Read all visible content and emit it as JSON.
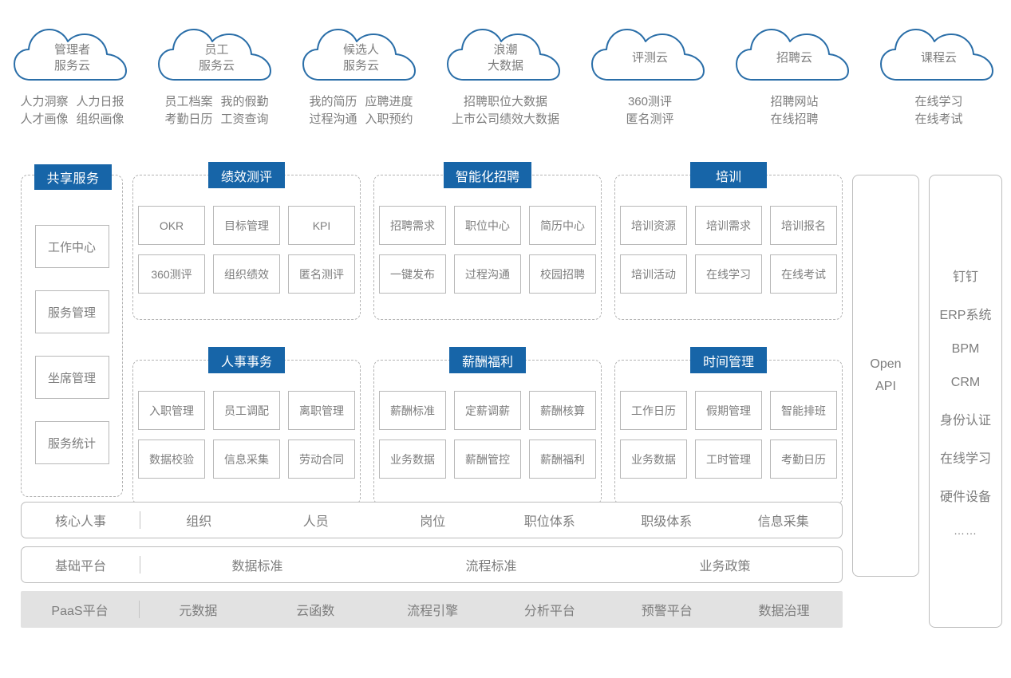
{
  "clouds": [
    {
      "title_lines": [
        "管理者",
        "服务云"
      ],
      "sublines": [
        [
          "人力洞察",
          "人力日报"
        ],
        [
          "人才画像",
          "组织画像"
        ]
      ]
    },
    {
      "title_lines": [
        "员工",
        "服务云"
      ],
      "sublines": [
        [
          "员工档案",
          "我的假勤"
        ],
        [
          "考勤日历",
          "工资查询"
        ]
      ]
    },
    {
      "title_lines": [
        "候选人",
        "服务云"
      ],
      "sublines": [
        [
          "我的简历",
          "应聘进度"
        ],
        [
          "过程沟通",
          "入职预约"
        ]
      ]
    },
    {
      "title_lines": [
        "浪潮",
        "大数据"
      ],
      "sublines": [
        [
          "招聘职位大数据"
        ],
        [
          "上市公司绩效大数据"
        ]
      ]
    },
    {
      "title_lines": [
        "评测云"
      ],
      "sublines": [
        [
          "360测评"
        ],
        [
          "匿名测评"
        ]
      ]
    },
    {
      "title_lines": [
        "招聘云"
      ],
      "sublines": [
        [
          "招聘网站"
        ],
        [
          "在线招聘"
        ]
      ]
    },
    {
      "title_lines": [
        "课程云"
      ],
      "sublines": [
        [
          "在线学习"
        ],
        [
          "在线考试"
        ]
      ]
    }
  ],
  "shared_services": {
    "badge": "共享服务",
    "items": [
      "工作中心",
      "服务管理",
      "坐席管理",
      "服务统计"
    ]
  },
  "modules": [
    {
      "badge": "绩效测评",
      "rows": [
        [
          "OKR",
          "目标管理",
          "KPI"
        ],
        [
          "360测评",
          "组织绩效",
          "匿名测评"
        ]
      ]
    },
    {
      "badge": "智能化招聘",
      "rows": [
        [
          "招聘需求",
          "职位中心",
          "简历中心"
        ],
        [
          "一键发布",
          "过程沟通",
          "校园招聘"
        ]
      ]
    },
    {
      "badge": "培训",
      "rows": [
        [
          "培训资源",
          "培训需求",
          "培训报名"
        ],
        [
          "培训活动",
          "在线学习",
          "在线考试"
        ]
      ]
    },
    {
      "badge": "人事事务",
      "rows": [
        [
          "入职管理",
          "员工调配",
          "离职管理"
        ],
        [
          "数据校验",
          "信息采集",
          "劳动合同"
        ]
      ]
    },
    {
      "badge": "薪酬福利",
      "rows": [
        [
          "薪酬标准",
          "定薪调薪",
          "薪酬核算"
        ],
        [
          "业务数据",
          "薪酬管控",
          "薪酬福利"
        ]
      ]
    },
    {
      "badge": "时间管理",
      "rows": [
        [
          "工作日历",
          "假期管理",
          "智能排班"
        ],
        [
          "业务数据",
          "工时管理",
          "考勤日历"
        ]
      ]
    }
  ],
  "bars": [
    {
      "lead": "核心人事",
      "items": [
        "组织",
        "人员",
        "岗位",
        "职位体系",
        "职级体系",
        "信息采集"
      ]
    },
    {
      "lead": "基础平台",
      "items": [
        "数据标准",
        "流程标准",
        "业务政策"
      ]
    },
    {
      "lead": "PaaS平台",
      "items": [
        "元数据",
        "云函数",
        "流程引擎",
        "分析平台",
        "预警平台",
        "数据治理"
      ]
    }
  ],
  "open_api": {
    "line1": "Open",
    "line2": "API"
  },
  "integrations": [
    "钉钉",
    "ERP系统",
    "BPM",
    "CRM",
    "身份认证",
    "在线学习",
    "硬件设备",
    "……"
  ],
  "colors": {
    "brand_blue": "#1765a8",
    "cloud_stroke": "#2a6ea8",
    "text_gray": "#7d7d7d",
    "border_gray": "#b8b8b8",
    "dashed_gray": "#b3b3b3",
    "paas_fill": "#e2e2e2"
  }
}
